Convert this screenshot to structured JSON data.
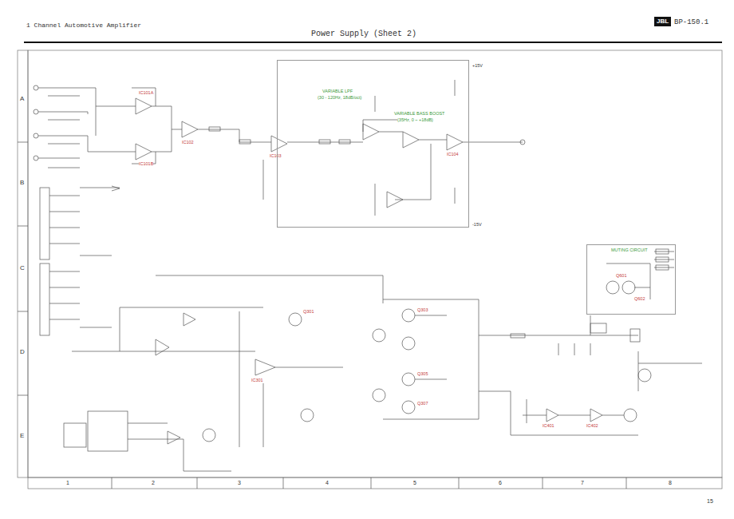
{
  "diagram": {
    "title": "Power Supply (Sheet 2)",
    "nodes": [
      {
        "text": [
          "VARIABLE LPF",
          "(30 - 120Hz, 18dB/oct)",
          "VARIABLE BASS BOOST",
          "(35Hz, 0 ~ +18dB)"
        ]
      },
      {
        "text": [
          "MUTING CIRCUIT"
        ]
      }
    ],
    "labels": [
      "1 Channel Automotive Amplifier",
      "JBL",
      "BP-150.1",
      "A",
      "B",
      "C",
      "D",
      "E",
      "1",
      "2",
      "3",
      "4",
      "5",
      "6",
      "7",
      "8",
      "15",
      "IC101A",
      "IC101B",
      "IC102",
      "IC103",
      "IC104",
      "IC301",
      "Q301",
      "Q303",
      "Q305",
      "Q307",
      "IC401",
      "IC402",
      "Q601",
      "Q602",
      "+15V",
      "-15V"
    ]
  }
}
